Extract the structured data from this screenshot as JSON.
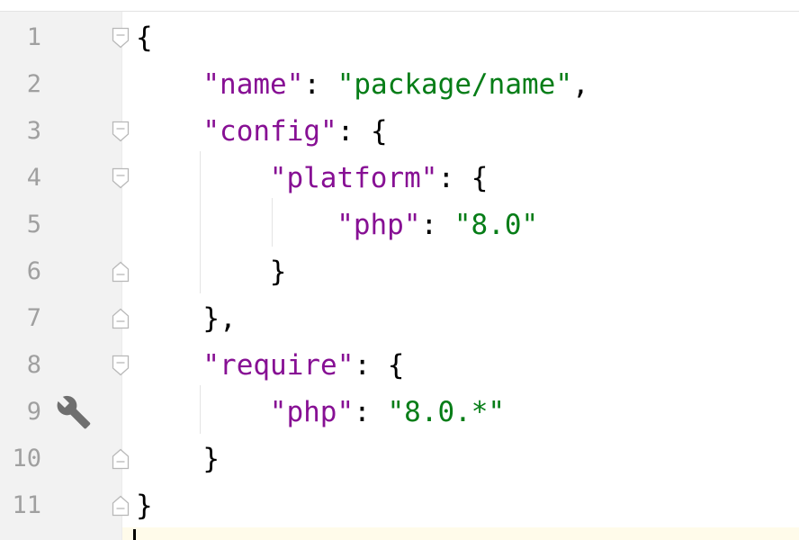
{
  "editor": {
    "language": "json",
    "line_numbers": [
      "1",
      "2",
      "3",
      "4",
      "5",
      "6",
      "7",
      "8",
      "9",
      "10",
      "11"
    ],
    "lines": [
      {
        "tokens": [
          {
            "t": "punct",
            "v": "{"
          }
        ]
      },
      {
        "tokens": [
          {
            "t": "key",
            "v": "\"name\""
          },
          {
            "t": "punct",
            "v": ": "
          },
          {
            "t": "str",
            "v": "\"package/name\""
          },
          {
            "t": "punct",
            "v": ","
          }
        ]
      },
      {
        "tokens": [
          {
            "t": "key",
            "v": "\"config\""
          },
          {
            "t": "punct",
            "v": ": {"
          }
        ]
      },
      {
        "tokens": [
          {
            "t": "key",
            "v": "\"platform\""
          },
          {
            "t": "punct",
            "v": ": {"
          }
        ]
      },
      {
        "tokens": [
          {
            "t": "key",
            "v": "\"php\""
          },
          {
            "t": "punct",
            "v": ": "
          },
          {
            "t": "str",
            "v": "\"8.0\""
          }
        ]
      },
      {
        "tokens": [
          {
            "t": "punct",
            "v": "}"
          }
        ]
      },
      {
        "tokens": [
          {
            "t": "punct",
            "v": "},"
          }
        ]
      },
      {
        "tokens": [
          {
            "t": "key",
            "v": "\"require\""
          },
          {
            "t": "punct",
            "v": ": {"
          }
        ]
      },
      {
        "tokens": [
          {
            "t": "key",
            "v": "\"php\""
          },
          {
            "t": "punct",
            "v": ": "
          },
          {
            "t": "str",
            "v": "\"8.0.*\""
          }
        ]
      },
      {
        "tokens": [
          {
            "t": "punct",
            "v": "}"
          }
        ]
      },
      {
        "tokens": [
          {
            "t": "punct",
            "v": "}"
          }
        ]
      }
    ],
    "fold_markers": [
      "open",
      "none",
      "open",
      "open",
      "none",
      "close",
      "close",
      "open",
      "none",
      "close",
      "close"
    ],
    "gutter_icons": [
      {
        "line": 9,
        "icon": "wrench-icon"
      }
    ],
    "colors": {
      "key": "#871094",
      "string": "#067d17",
      "punctuation": "#000000",
      "line_number": "#a0a0a0",
      "gutter_bg": "#f2f2f2",
      "current_line_bg": "#fffbea"
    }
  }
}
